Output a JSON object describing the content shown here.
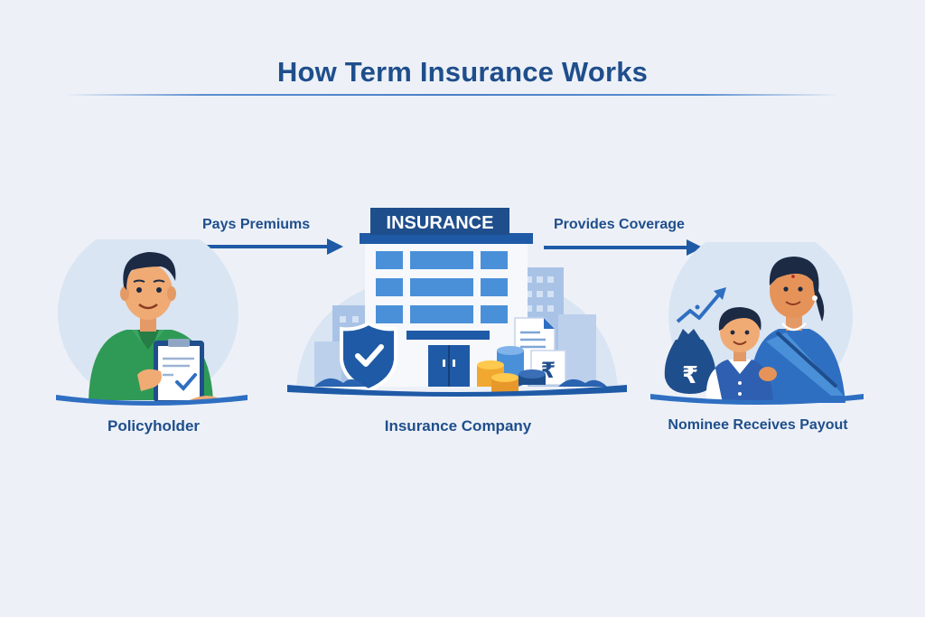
{
  "title": "How Term Insurance Works",
  "flow": {
    "step1_label": "Pays Premiums",
    "step2_label": "Provides Coverage"
  },
  "nodes": [
    {
      "id": "policyholder",
      "label": "Policyholder",
      "icon": "person-with-clipboard-icon"
    },
    {
      "id": "insurance-company",
      "label": "Insurance Company",
      "icon": "insurance-building-icon",
      "sign_text": "INSURANCE",
      "currency_symbol": "₹"
    },
    {
      "id": "nominee",
      "label": "Nominee Receives Payout",
      "icon": "mother-and-child-icon",
      "currency_symbol": "₹"
    }
  ],
  "colors": {
    "background": "#edf1f7",
    "primary": "#1f4e8c",
    "accent": "#2f6fc2",
    "shirt_green": "#2f9a55",
    "coin_gold": "#f0a830",
    "circle_bg": "#d9e5f3"
  }
}
